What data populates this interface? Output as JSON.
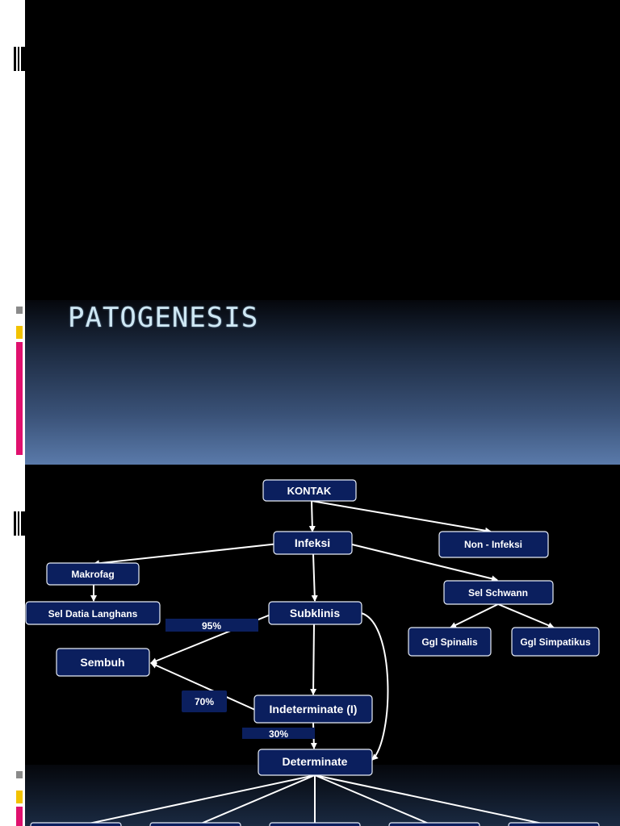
{
  "slide1": {
    "title": "PATOGENESIS"
  },
  "diagram": {
    "nodes": {
      "kontak": "KONTAK",
      "infeksi": "Infeksi",
      "non_infeksi": "Non - Infeksi",
      "makrofag": "Makrofag",
      "sel_datia": "Sel Datia Langhans",
      "sel_schwann": "Sel Schwann",
      "subklinis": "Subklinis",
      "ggl_spinalis": "Ggl Spinalis",
      "ggl_simpatikus": "Ggl Simpatikus",
      "sembuh": "Sembuh",
      "indeterminate": "Indeterminate (I)",
      "determinate": "Determinate"
    },
    "percents": {
      "p95": "95%",
      "p70": "70%",
      "p30": "30%"
    }
  },
  "colors": {
    "node_fill": "#0b1f5e",
    "title_text": "#cfe8f4",
    "accent_gray": "#8a8a8a",
    "accent_yellow": "#f2c200",
    "accent_pink": "#e0106e"
  }
}
